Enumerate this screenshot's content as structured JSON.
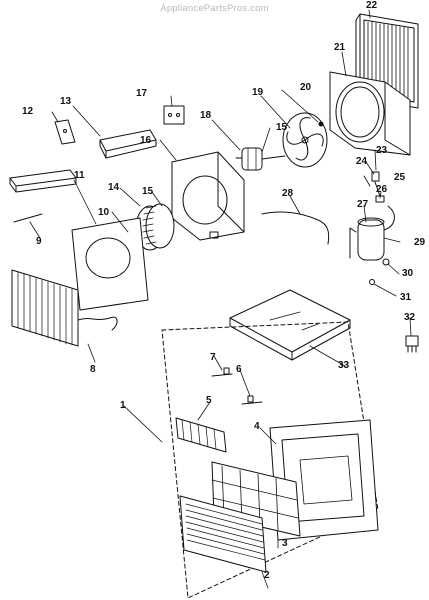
{
  "watermark": "AppliancePartsPros.com",
  "callouts": [
    "1",
    "2",
    "3",
    "4",
    "5",
    "6",
    "7",
    "8",
    "9",
    "10",
    "11",
    "12",
    "13",
    "14",
    "15",
    "15",
    "15",
    "16",
    "17",
    "18",
    "19",
    "20",
    "21",
    "22",
    "23",
    "24",
    "25",
    "26",
    "27",
    "28",
    "29",
    "30",
    "31",
    "32",
    "33"
  ]
}
